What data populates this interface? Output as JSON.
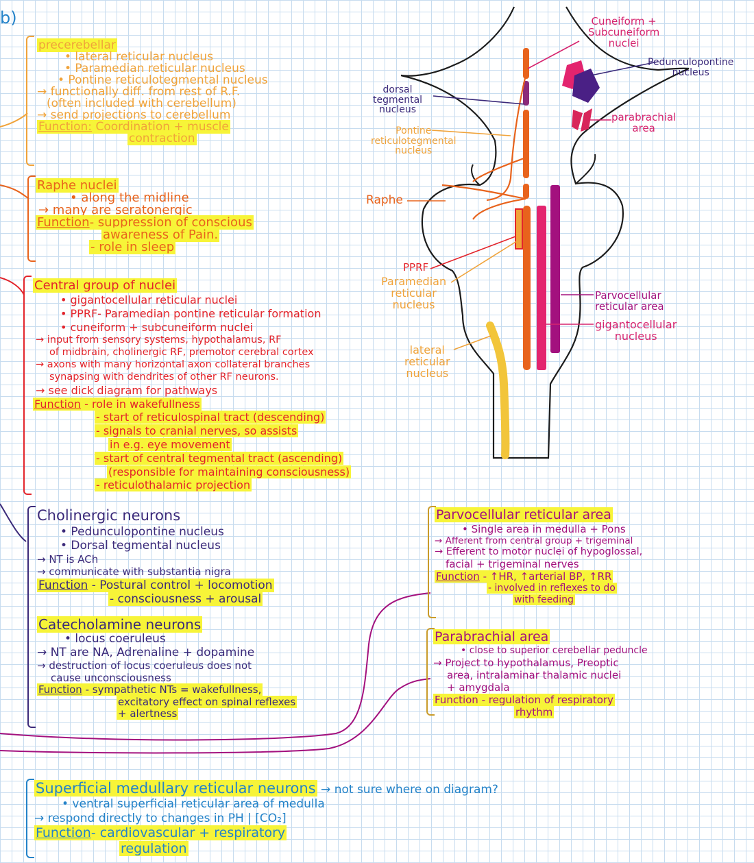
{
  "corner_mark": "b)",
  "diagram_labels": {
    "cuneiform": [
      "Cuneiform +",
      "Subcuneiform",
      "nuclei"
    ],
    "pedunculopontine": [
      "Pedunculopontine",
      "nucleus"
    ],
    "parabrachial": [
      "parabrachial",
      "area"
    ],
    "dorsal_tegmental": [
      "dorsal",
      "tegmental",
      "nucleus"
    ],
    "pontine_rt": [
      "Pontine",
      "reticulotegmental",
      "nucleus"
    ],
    "raphe": "Raphe",
    "pprf": "PPRF",
    "paramedian": [
      "Paramedian",
      "reticular",
      "nucleus"
    ],
    "lateral_reticular": [
      "lateral",
      "reticular",
      "nucleus"
    ],
    "parvocellular": [
      "Parvocellular",
      "reticular area"
    ],
    "gigantocellular": [
      "gigantocellular",
      "nucleus"
    ]
  },
  "precerebellar": {
    "title": "precerebellar",
    "lines": [
      "• lateral reticular nucleus",
      "• Paramedian reticular nucleus",
      "• Pontine reticulotegmental nucleus",
      "→ functionally diff. from rest of R.F.",
      "(often included with cerebellum)",
      "→ send projections to cerebellum"
    ],
    "function_label": "Function:",
    "function_lines": [
      "Coordination + muscle",
      "contraction"
    ]
  },
  "raphe": {
    "title": "Raphe nuclei",
    "lines": [
      "• along the midline",
      "→ many are seratonergic"
    ],
    "function_label": "Function",
    "function_lines": [
      "- suppression of conscious",
      "awareness of Pain.",
      "- role in sleep"
    ]
  },
  "central": {
    "title": "Central group of nuclei",
    "lines": [
      "• gigantocellular reticular nuclei",
      "• PPRF- Paramedian pontine reticular formation",
      "• cuneiform + subcuneiform nuclei",
      "→ input from sensory systems, hypothalamus, RF",
      "of midbrain, cholinergic RF, premotor cerebral cortex",
      "→ axons with many horizontal axon collateral branches",
      "synapsing with dendrites of other RF neurons.",
      "→ see dick diagram for pathways"
    ],
    "function_label": "Function",
    "function_lines": [
      "- role in wakefullness",
      "- start of reticulospinal tract (descending)",
      "- signals to cranial nerves, so assists",
      "in e.g. eye movement",
      "- start of central tegmental tract (ascending)",
      "(responsible for maintaining consciousness)",
      "- reticulothalamic projection"
    ]
  },
  "cholinergic": {
    "title": "Cholinergic neurons",
    "lines": [
      "• Pedunculopontine nucleus",
      "• Dorsal tegmental nucleus",
      "→ NT is ACh",
      "→ communicate with substantia nigra"
    ],
    "function_label": "Function",
    "function_lines": [
      "- Postural control + locomotion",
      "- consciousness + arousal"
    ]
  },
  "catecholamine": {
    "title": "Catecholamine neurons",
    "lines": [
      "• locus coeruleus",
      "→ NT are NA, Adrenaline + dopamine",
      "→ destruction of locus coeruleus does not",
      "cause unconsciousness"
    ],
    "function_label": "Function",
    "function_lines": [
      "- sympathetic NTs = wakefullness,",
      "excitatory effect on spinal reflexes",
      "+ alertness"
    ]
  },
  "parvocellular": {
    "title": "Parvocellular reticular area",
    "lines": [
      "• Single area in medulla + Pons",
      "→ Afferent from central group + trigeminal",
      "→ Efferent to motor nuclei of hypoglossal,",
      "facial + trigeminal nerves"
    ],
    "function_label": "Function",
    "function_lines": [
      "- ↑HR, ↑arterial BP, ↑RR",
      "- involved in reflexes to do",
      "with feeding"
    ]
  },
  "parabrachial": {
    "title": "Parabrachial area",
    "lines": [
      "• close to superior cerebellar peduncle",
      "→ Project to hypothalamus, Preoptic",
      "area, intralaminar thalamic nuclei",
      "+ amygdala"
    ],
    "function_label": "Function",
    "function_lines": [
      "- regulation of respiratory",
      "rhythm"
    ]
  },
  "superficial": {
    "title": "Superficial medullary reticular neurons",
    "note": "→ not sure where on diagram?",
    "lines": [
      "• ventral superficial reticular area of medulla",
      "→ respond directly to changes in PH | [CO₂]"
    ],
    "function_label": "Function",
    "function_lines": [
      "- cardiovascular + respiratory",
      "regulation"
    ]
  },
  "colors": {
    "orange_yellow": "#f0a33a",
    "orange": "#e8631c",
    "red": "#e3242b",
    "pink": "#d6246e",
    "purple": "#3b2a7a",
    "magenta": "#a3117e",
    "blue": "#2483c9",
    "highlight": "#f7f438"
  }
}
